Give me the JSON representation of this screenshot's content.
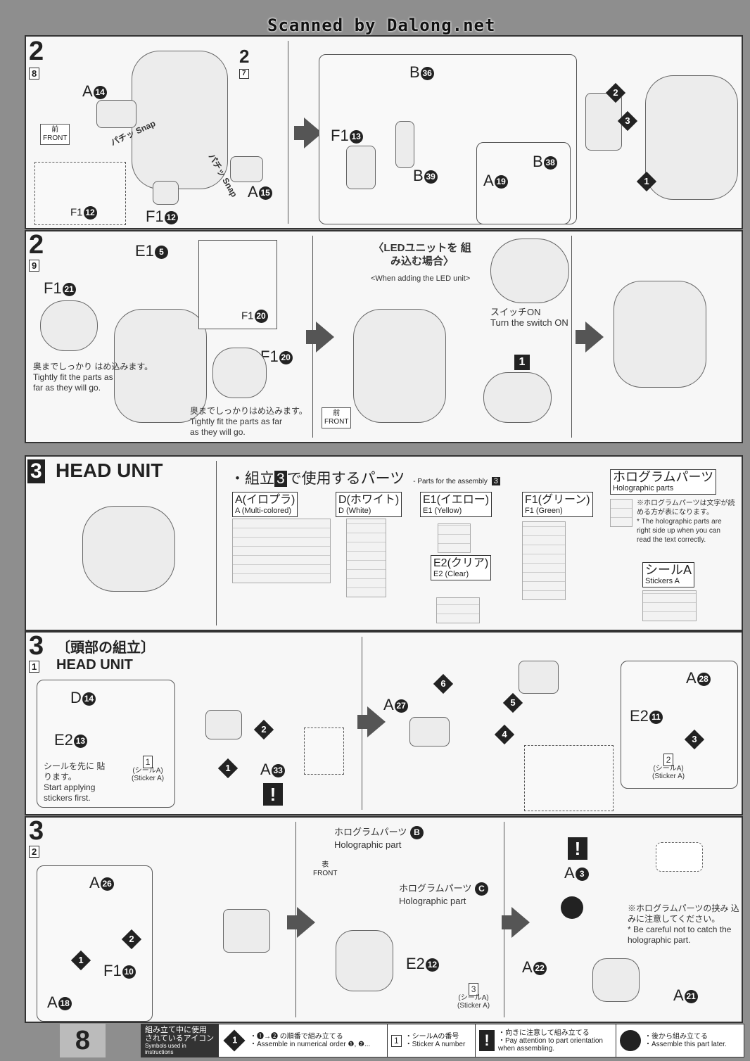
{
  "watermark": "Scanned by Dalong.net",
  "page_number": "8",
  "step_2_8": {
    "step": "2",
    "sub": "8",
    "ref_step": "2",
    "ref_sub": "7",
    "labels": [
      {
        "l": "A",
        "n": "14"
      },
      {
        "l": "A",
        "n": "15"
      },
      {
        "l": "F1",
        "n": "12"
      },
      {
        "l": "F1",
        "n": "12"
      },
      {
        "l": "B",
        "n": "36"
      },
      {
        "l": "F1",
        "n": "13"
      },
      {
        "l": "B",
        "n": "39"
      },
      {
        "l": "B",
        "n": "38"
      },
      {
        "l": "A",
        "n": "19"
      }
    ],
    "snap1": "パチッ Snap",
    "snap2": "パチッ Snap",
    "front_jp": "前",
    "front_en": "FRONT",
    "seq": [
      "2",
      "3",
      "1"
    ]
  },
  "step_2_9": {
    "step": "2",
    "sub": "9",
    "labels": [
      {
        "l": "E1",
        "n": "5"
      },
      {
        "l": "F1",
        "n": "21"
      },
      {
        "l": "F1",
        "n": "20"
      },
      {
        "l": "F1",
        "n": "20"
      }
    ],
    "fit_note_jp": "奥までしっかり はめ込みます。",
    "fit_note_en": "Tightly fit the parts as far as they will go.",
    "fit_note2_jp": "奥までしっかりはめ込みます。",
    "fit_note2_en": "Tightly fit the parts as far as they will go.",
    "led_title_jp": "〈LEDユニットを 組み込む場合〉",
    "led_title_en": "<When adding the LED unit>",
    "switch_jp": "スイッチON",
    "switch_en": "Turn the switch ON",
    "led_number": "1",
    "front_jp": "前",
    "front_en": "FRONT"
  },
  "head_unit_parts": {
    "step": "3",
    "title": "HEAD UNIT",
    "parts_heading_jp": "・組立",
    "parts_heading_num": "3",
    "parts_heading_jp2": "で使用するパーツ",
    "parts_heading_en": "- Parts for the assembly",
    "runners": [
      {
        "jp": "A(イロプラ)",
        "en": "A (Multi-colored)"
      },
      {
        "jp": "D(ホワイト)",
        "en": "D (White)"
      },
      {
        "jp": "E1(イエロー)",
        "en": "E1 (Yellow)"
      },
      {
        "jp": "F1(グリーン)",
        "en": "F1 (Green)"
      },
      {
        "jp": "E2(クリア)",
        "en": "E2 (Clear)"
      }
    ],
    "holo_jp": "ホログラムパーツ",
    "holo_en": "Holographic parts",
    "holo_note_jp": "※ホログラムパーツは文字が読める方が表になります。",
    "holo_note_en": "* The holographic parts are right side up when you can read the text correctly.",
    "stickers_jp": "シールA",
    "stickers_en": "Stickers A"
  },
  "step_3_1": {
    "step": "3",
    "sub": "1",
    "title_jp": "〔頭部の組立〕",
    "title_en": "HEAD UNIT",
    "labels": [
      {
        "l": "D",
        "n": "14"
      },
      {
        "l": "E2",
        "n": "13"
      },
      {
        "l": "A",
        "n": "33"
      },
      {
        "l": "A",
        "n": "27"
      },
      {
        "l": "A",
        "n": "28"
      },
      {
        "l": "E2",
        "n": "11"
      }
    ],
    "sticker_note_jp": "シールを先に 貼ります。",
    "sticker_note_en": "Start applying stickers first.",
    "sticker1": {
      "num": "1",
      "jp": "(シールA)",
      "en": "(Sticker A)"
    },
    "sticker2": {
      "num": "2",
      "jp": "(シールA)",
      "en": "(Sticker A)"
    },
    "seq": [
      "1",
      "2",
      "3",
      "4",
      "5",
      "6"
    ]
  },
  "step_3_2": {
    "step": "3",
    "sub": "2",
    "labels": [
      {
        "l": "A",
        "n": "26"
      },
      {
        "l": "F1",
        "n": "10"
      },
      {
        "l": "A",
        "n": "18"
      },
      {
        "l": "E2",
        "n": "12"
      },
      {
        "l": "A",
        "n": "3"
      },
      {
        "l": "A",
        "n": "22"
      },
      {
        "l": "A",
        "n": "21"
      }
    ],
    "holo_b_jp": "ホログラムパーツ",
    "holo_b_en": "Holographic part",
    "holo_b": "B",
    "holo_c_jp": "ホログラムパーツ",
    "holo_c_en": "Holographic part",
    "holo_c": "C",
    "front_jp": "表",
    "front_en": "FRONT",
    "sticker3": {
      "num": "3",
      "jp": "(シールA)",
      "en": "(Sticker A)"
    },
    "caution_jp": "※ホログラムパーツの挟み 込みに注意してください。",
    "caution_en": "* Be careful not to catch the holographic part.",
    "seq": [
      "1",
      "2"
    ]
  },
  "legend": {
    "title_jp": "組み立て中に使用 されているアイコン",
    "title_en": "Symbols used in instructions",
    "items": [
      {
        "icon": "1",
        "jp": "・❶→❷ の順番で組み立てる",
        "en": "・Assemble in numerical order ❶, ❷..."
      },
      {
        "icon": "1",
        "jp": "・シールAの番号",
        "en": "・Sticker A number"
      },
      {
        "icon": "!",
        "jp": "・向きに注意して組み立てる",
        "en": "・Pay attention to part orientation when assembling."
      },
      {
        "icon": "later",
        "jp": "・後から組み立てる",
        "en": "・Assemble this part later."
      }
    ]
  }
}
